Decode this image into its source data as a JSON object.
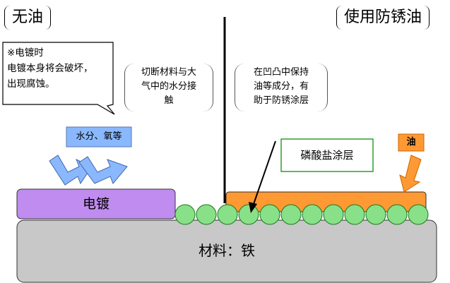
{
  "left_title": "无油",
  "right_title": "使用防锈油",
  "note": {
    "line1": "※电镀时",
    "line2": "电镀本身将会破坏，",
    "line3": "出现腐蚀。"
  },
  "center_left": {
    "line1": "切断材料与大",
    "line2": "气中的水分接",
    "line3": "触"
  },
  "center_right": {
    "line1": "在凹凸中保持",
    "line2": "油等成分，有",
    "line3": "助于防锈涂层"
  },
  "water_oxygen_label": "水分、氧等",
  "plating_label": "电镀",
  "phosphate_label": "磷酸盐涂层",
  "oil_label": "油",
  "material_label": "材料：铁",
  "colors": {
    "plating": "#c08cf0",
    "oil": "#ff9933",
    "circle": "#88e088",
    "base": "#c8c8c8",
    "arrow_blue": "#8ab8ff",
    "phosphate_box_border": "#2e9e2e"
  }
}
